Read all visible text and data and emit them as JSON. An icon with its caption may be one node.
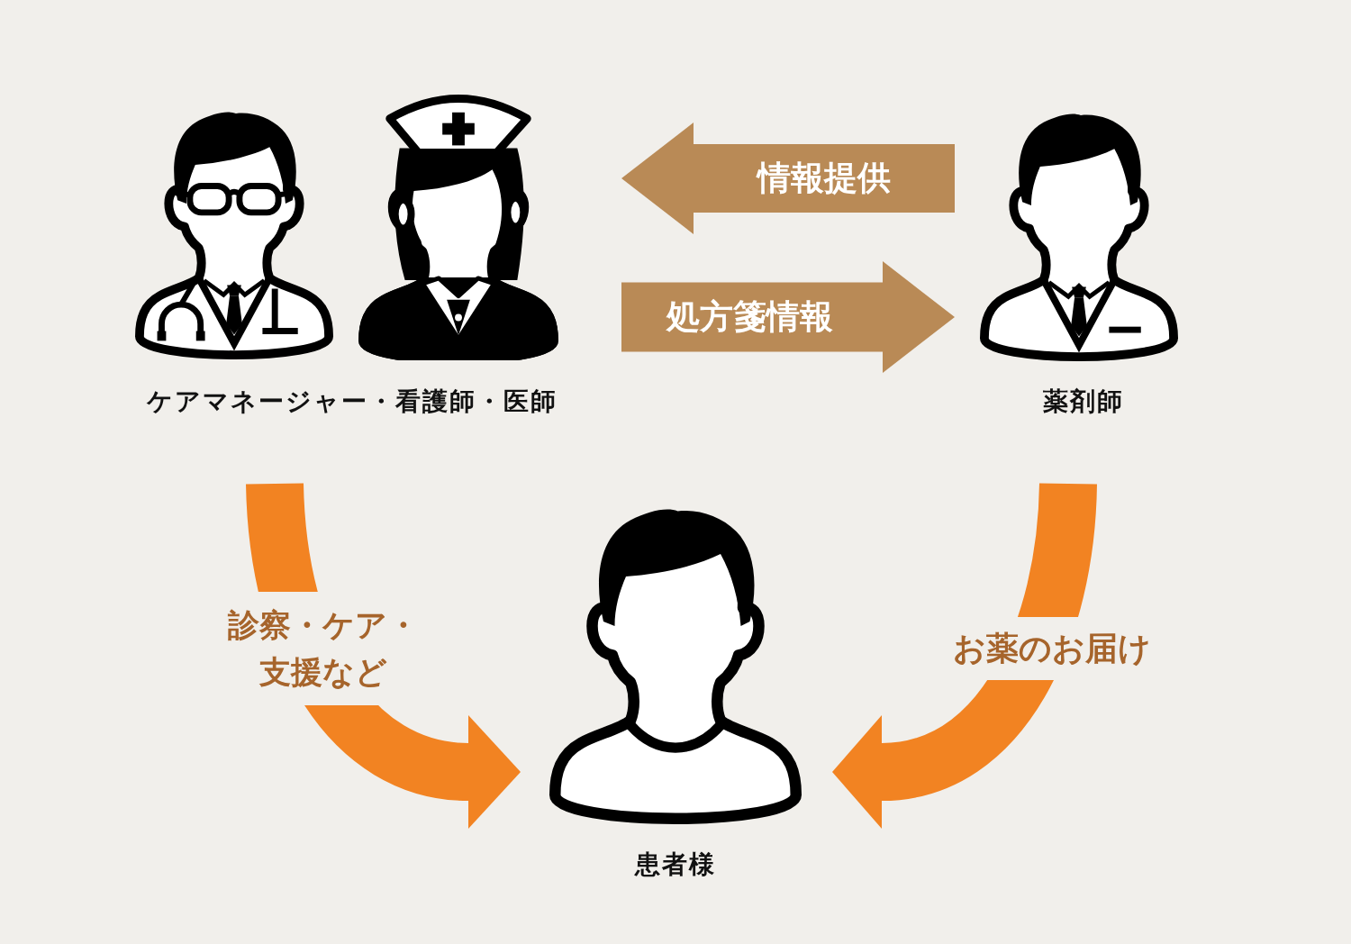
{
  "diagram": {
    "nodes": [
      {
        "text": [
          "ケアマネージャー・看護師・医師"
        ]
      },
      {
        "text": [
          "薬剤師"
        ]
      },
      {
        "text": [
          "患者様"
        ]
      }
    ],
    "edges": [
      {
        "from": 1,
        "to": 0,
        "arrow": "to",
        "label": "情報提供",
        "color": "#b98a56"
      },
      {
        "from": 0,
        "to": 1,
        "arrow": "to",
        "label": "処方箋情報",
        "color": "#b98a56"
      },
      {
        "from": 0,
        "to": 2,
        "arrow": "to",
        "label": "診察・ケア・支援など",
        "color": "#f28322"
      },
      {
        "from": 1,
        "to": 2,
        "arrow": "to",
        "label": "お薬のお届け",
        "color": "#f28322"
      }
    ]
  }
}
